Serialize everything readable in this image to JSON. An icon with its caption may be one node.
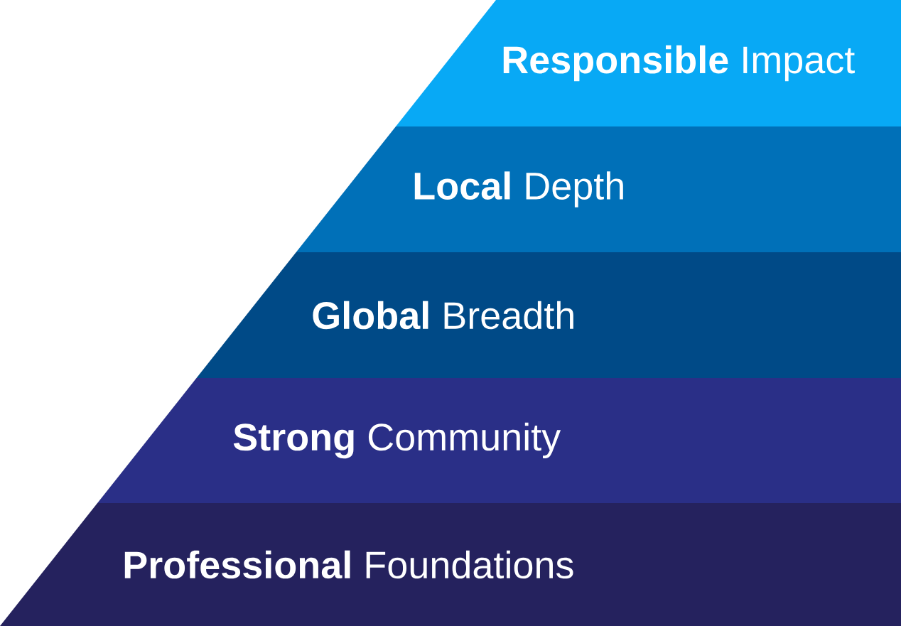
{
  "diagram": {
    "nodes": [
      {
        "text": [
          "**Responsible** Impact"
        ]
      },
      {
        "text": [
          "**Local** Depth"
        ]
      },
      {
        "text": [
          "**Global** Breadth"
        ]
      },
      {
        "text": [
          "**Strong** Community"
        ]
      },
      {
        "text": [
          "**Professional** Foundations"
        ]
      }
    ]
  }
}
